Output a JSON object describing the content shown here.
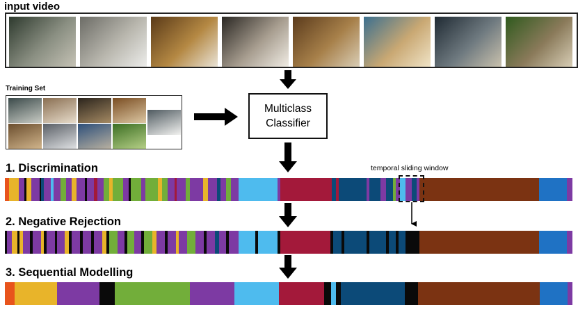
{
  "labels": {
    "input_video": "input video",
    "training_set": "Training Set",
    "classifier_line1": "Multiclass",
    "classifier_line2": "Classifier",
    "step1": "1. Discrimination",
    "step2": "2. Negative Rejection",
    "step3": "3. Sequential Modelling",
    "window": "temporal sliding window"
  },
  "palette": {
    "orange": "#e8541c",
    "yellow": "#e8b42a",
    "purple": "#7d3aa3",
    "black": "#0a0a0a",
    "green": "#72ae3a",
    "skyblue": "#4ebbee",
    "crimson": "#a3193a",
    "navy": "#0c4a78",
    "brown": "#7b3312",
    "blue": "#1f72c4"
  },
  "video_frames": [
    {
      "name": "door-frame",
      "colors": [
        "#2e3a2e",
        "#8a8f82",
        "#c5c2b5"
      ]
    },
    {
      "name": "staircase-frame",
      "colors": [
        "#6c6c66",
        "#b9b7ae",
        "#ececea"
      ]
    },
    {
      "name": "altar-frame",
      "colors": [
        "#5a3a18",
        "#b48843",
        "#e9e3d6"
      ]
    },
    {
      "name": "statue-frame",
      "colors": [
        "#2a2723",
        "#a79d8f",
        "#f0ece4"
      ]
    },
    {
      "name": "hall-seats-frame",
      "colors": [
        "#5b3b1c",
        "#a7804a",
        "#d9cdb5"
      ]
    },
    {
      "name": "window-frame",
      "colors": [
        "#3b6f8f",
        "#c9a873",
        "#efe3c6"
      ]
    },
    {
      "name": "ruins-frame",
      "colors": [
        "#1f2a33",
        "#6f7a80",
        "#c9c1ad"
      ]
    },
    {
      "name": "garden-frame",
      "colors": [
        "#2f5a1e",
        "#8a7a5a",
        "#d7cdb5"
      ]
    }
  ],
  "training_thumbs": [
    {
      "name": "training-thumb-arch",
      "colors": [
        "#3b4a4a",
        "#c8cbc4"
      ]
    },
    {
      "name": "training-thumb-corridor",
      "colors": [
        "#8a6f52",
        "#e7dccb"
      ]
    },
    {
      "name": "training-thumb-doorway",
      "colors": [
        "#2b241c",
        "#a58a63"
      ]
    },
    {
      "name": "training-thumb-hall",
      "colors": [
        "#7a4d22",
        "#dcc7a3"
      ]
    },
    {
      "name": "training-thumb-window",
      "colors": [
        "#4f5a60",
        "#f2f2f0"
      ]
    },
    {
      "name": "training-thumb-relief",
      "colors": [
        "#6b4e2e",
        "#d0b48b"
      ]
    },
    {
      "name": "training-thumb-vault",
      "colors": [
        "#5a5f66",
        "#dfe1e3"
      ]
    },
    {
      "name": "training-thumb-statue",
      "colors": [
        "#2d4f7a",
        "#b8b0a0"
      ]
    },
    {
      "name": "training-thumb-tree",
      "colors": [
        "#3c6e23",
        "#b5cf86"
      ]
    }
  ],
  "discrimination_segments": [
    [
      "orange",
      0,
      6
    ],
    [
      "yellow",
      6,
      20
    ],
    [
      "purple",
      20,
      28
    ],
    [
      "black",
      28,
      31
    ],
    [
      "yellow",
      31,
      38
    ],
    [
      "purple",
      38,
      50
    ],
    [
      "black",
      50,
      52
    ],
    [
      "navy",
      52,
      56
    ],
    [
      "purple",
      56,
      66
    ],
    [
      "skyblue",
      66,
      70
    ],
    [
      "purple",
      70,
      80
    ],
    [
      "green",
      80,
      88
    ],
    [
      "purple",
      88,
      96
    ],
    [
      "yellow",
      96,
      103
    ],
    [
      "purple",
      103,
      115
    ],
    [
      "black",
      115,
      118
    ],
    [
      "purple",
      118,
      128
    ],
    [
      "crimson",
      128,
      133
    ],
    [
      "purple",
      133,
      142
    ],
    [
      "green",
      142,
      150
    ],
    [
      "yellow",
      150,
      155
    ],
    [
      "green",
      155,
      170
    ],
    [
      "purple",
      170,
      178
    ],
    [
      "black",
      178,
      181
    ],
    [
      "green",
      181,
      196
    ],
    [
      "purple",
      196,
      202
    ],
    [
      "green",
      202,
      220
    ],
    [
      "yellow",
      220,
      226
    ],
    [
      "green",
      226,
      234
    ],
    [
      "purple",
      234,
      244
    ],
    [
      "crimson",
      244,
      247
    ],
    [
      "purple",
      247,
      260
    ],
    [
      "green",
      260,
      266
    ],
    [
      "purple",
      266,
      285
    ],
    [
      "yellow",
      285,
      292
    ],
    [
      "purple",
      292,
      305
    ],
    [
      "navy",
      305,
      310
    ],
    [
      "purple",
      310,
      318
    ],
    [
      "green",
      318,
      325
    ],
    [
      "purple",
      325,
      336
    ],
    [
      "skyblue",
      336,
      392
    ],
    [
      "purple",
      392,
      396
    ],
    [
      "crimson",
      396,
      470
    ],
    [
      "navy",
      470,
      476
    ],
    [
      "crimson",
      476,
      480
    ],
    [
      "navy",
      480,
      520
    ],
    [
      "purple",
      520,
      524
    ],
    [
      "navy",
      524,
      540
    ],
    [
      "purple",
      540,
      548
    ],
    [
      "navy",
      548,
      558
    ],
    [
      "green",
      558,
      562
    ],
    [
      "purple",
      562,
      568
    ],
    [
      "skyblue",
      568,
      576
    ],
    [
      "purple",
      576,
      585
    ],
    [
      "navy",
      585,
      592
    ],
    [
      "purple",
      592,
      596
    ],
    [
      "brown",
      596,
      768
    ],
    [
      "blue",
      768,
      808
    ],
    [
      "purple",
      808,
      816
    ]
  ],
  "rejection_segments": [
    [
      "black",
      0,
      3
    ],
    [
      "purple",
      3,
      10
    ],
    [
      "yellow",
      10,
      18
    ],
    [
      "black",
      18,
      21
    ],
    [
      "yellow",
      21,
      26
    ],
    [
      "purple",
      26,
      36
    ],
    [
      "black",
      36,
      40
    ],
    [
      "purple",
      40,
      52
    ],
    [
      "yellow",
      52,
      56
    ],
    [
      "black",
      56,
      60
    ],
    [
      "purple",
      60,
      72
    ],
    [
      "black",
      72,
      75
    ],
    [
      "purple",
      75,
      86
    ],
    [
      "yellow",
      86,
      92
    ],
    [
      "black",
      92,
      96
    ],
    [
      "purple",
      96,
      108
    ],
    [
      "black",
      108,
      112
    ],
    [
      "purple",
      112,
      124
    ],
    [
      "black",
      124,
      128
    ],
    [
      "purple",
      128,
      140
    ],
    [
      "yellow",
      140,
      146
    ],
    [
      "black",
      146,
      150
    ],
    [
      "green",
      150,
      162
    ],
    [
      "purple",
      162,
      172
    ],
    [
      "black",
      172,
      176
    ],
    [
      "green",
      176,
      186
    ],
    [
      "purple",
      186,
      196
    ],
    [
      "black",
      196,
      200
    ],
    [
      "green",
      200,
      212
    ],
    [
      "yellow",
      212,
      218
    ],
    [
      "purple",
      218,
      230
    ],
    [
      "black",
      230,
      234
    ],
    [
      "purple",
      234,
      246
    ],
    [
      "yellow",
      246,
      250
    ],
    [
      "purple",
      250,
      262
    ],
    [
      "green",
      262,
      274
    ],
    [
      "purple",
      274,
      286
    ],
    [
      "black",
      286,
      290
    ],
    [
      "purple",
      290,
      302
    ],
    [
      "navy",
      302,
      308
    ],
    [
      "purple",
      308,
      318
    ],
    [
      "black",
      318,
      322
    ],
    [
      "purple",
      322,
      336
    ],
    [
      "skyblue",
      336,
      360
    ],
    [
      "black",
      360,
      364
    ],
    [
      "skyblue",
      364,
      392
    ],
    [
      "black",
      392,
      396
    ],
    [
      "crimson",
      396,
      468
    ],
    [
      "black",
      468,
      472
    ],
    [
      "navy",
      472,
      484
    ],
    [
      "black",
      484,
      488
    ],
    [
      "navy",
      488,
      520
    ],
    [
      "black",
      520,
      524
    ],
    [
      "navy",
      524,
      548
    ],
    [
      "black",
      548,
      552
    ],
    [
      "navy",
      552,
      562
    ],
    [
      "black",
      562,
      566
    ],
    [
      "navy",
      566,
      576
    ],
    [
      "black",
      576,
      596
    ],
    [
      "brown",
      596,
      768
    ],
    [
      "blue",
      768,
      808
    ],
    [
      "purple",
      808,
      816
    ]
  ],
  "sequential_segments": [
    [
      "orange",
      0,
      14
    ],
    [
      "yellow",
      14,
      75
    ],
    [
      "purple",
      75,
      136
    ],
    [
      "black",
      136,
      158
    ],
    [
      "green",
      158,
      266
    ],
    [
      "purple",
      266,
      330
    ],
    [
      "skyblue",
      330,
      394
    ],
    [
      "crimson",
      394,
      459
    ],
    [
      "black",
      459,
      469
    ],
    [
      "skyblue",
      469,
      476
    ],
    [
      "black",
      476,
      483
    ],
    [
      "navy",
      483,
      575
    ],
    [
      "black",
      575,
      594
    ],
    [
      "brown",
      594,
      769
    ],
    [
      "blue",
      769,
      809
    ],
    [
      "purple",
      809,
      816
    ]
  ]
}
